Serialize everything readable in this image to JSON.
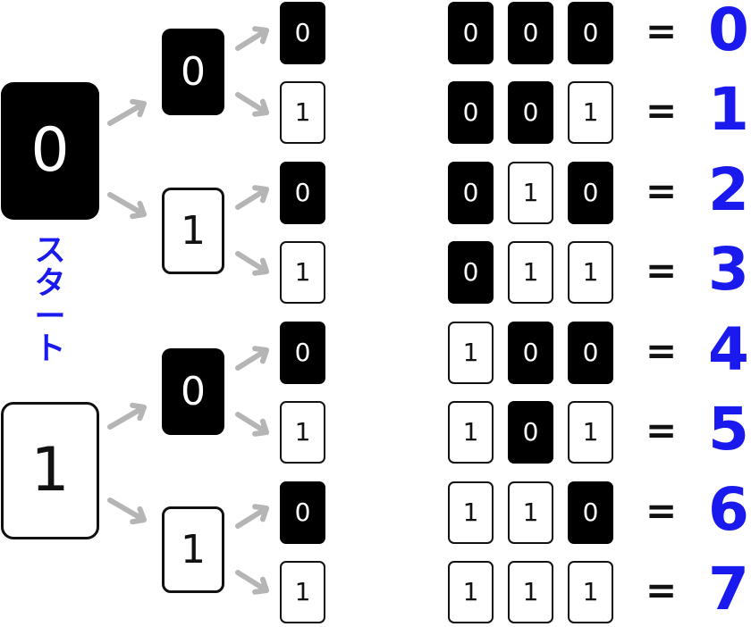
{
  "start_label": [
    "ス",
    "タ",
    "ー",
    "ト"
  ],
  "equals_sign": "=",
  "colors": {
    "dark_card": "#000000",
    "light_card_border": "#111111",
    "arrow": "#b5b5b5",
    "result": "#1a1aee",
    "start_label": "#1a1aee"
  },
  "tree": {
    "level1": [
      {
        "digit": "0",
        "style": "dark"
      },
      {
        "digit": "1",
        "style": "light"
      }
    ],
    "level2": [
      {
        "digit": "0",
        "style": "dark"
      },
      {
        "digit": "1",
        "style": "light"
      },
      {
        "digit": "0",
        "style": "dark"
      },
      {
        "digit": "1",
        "style": "light"
      }
    ],
    "level3": [
      {
        "digit": "0",
        "style": "dark"
      },
      {
        "digit": "1",
        "style": "light"
      },
      {
        "digit": "0",
        "style": "dark"
      },
      {
        "digit": "1",
        "style": "light"
      },
      {
        "digit": "0",
        "style": "dark"
      },
      {
        "digit": "1",
        "style": "light"
      },
      {
        "digit": "0",
        "style": "dark"
      },
      {
        "digit": "1",
        "style": "light"
      }
    ]
  },
  "combinations": [
    {
      "bits": [
        "0",
        "0",
        "0"
      ],
      "value": "0"
    },
    {
      "bits": [
        "0",
        "0",
        "1"
      ],
      "value": "1"
    },
    {
      "bits": [
        "0",
        "1",
        "0"
      ],
      "value": "2"
    },
    {
      "bits": [
        "0",
        "1",
        "1"
      ],
      "value": "3"
    },
    {
      "bits": [
        "1",
        "0",
        "0"
      ],
      "value": "4"
    },
    {
      "bits": [
        "1",
        "0",
        "1"
      ],
      "value": "5"
    },
    {
      "bits": [
        "1",
        "1",
        "0"
      ],
      "value": "6"
    },
    {
      "bits": [
        "1",
        "1",
        "1"
      ],
      "value": "7"
    }
  ]
}
